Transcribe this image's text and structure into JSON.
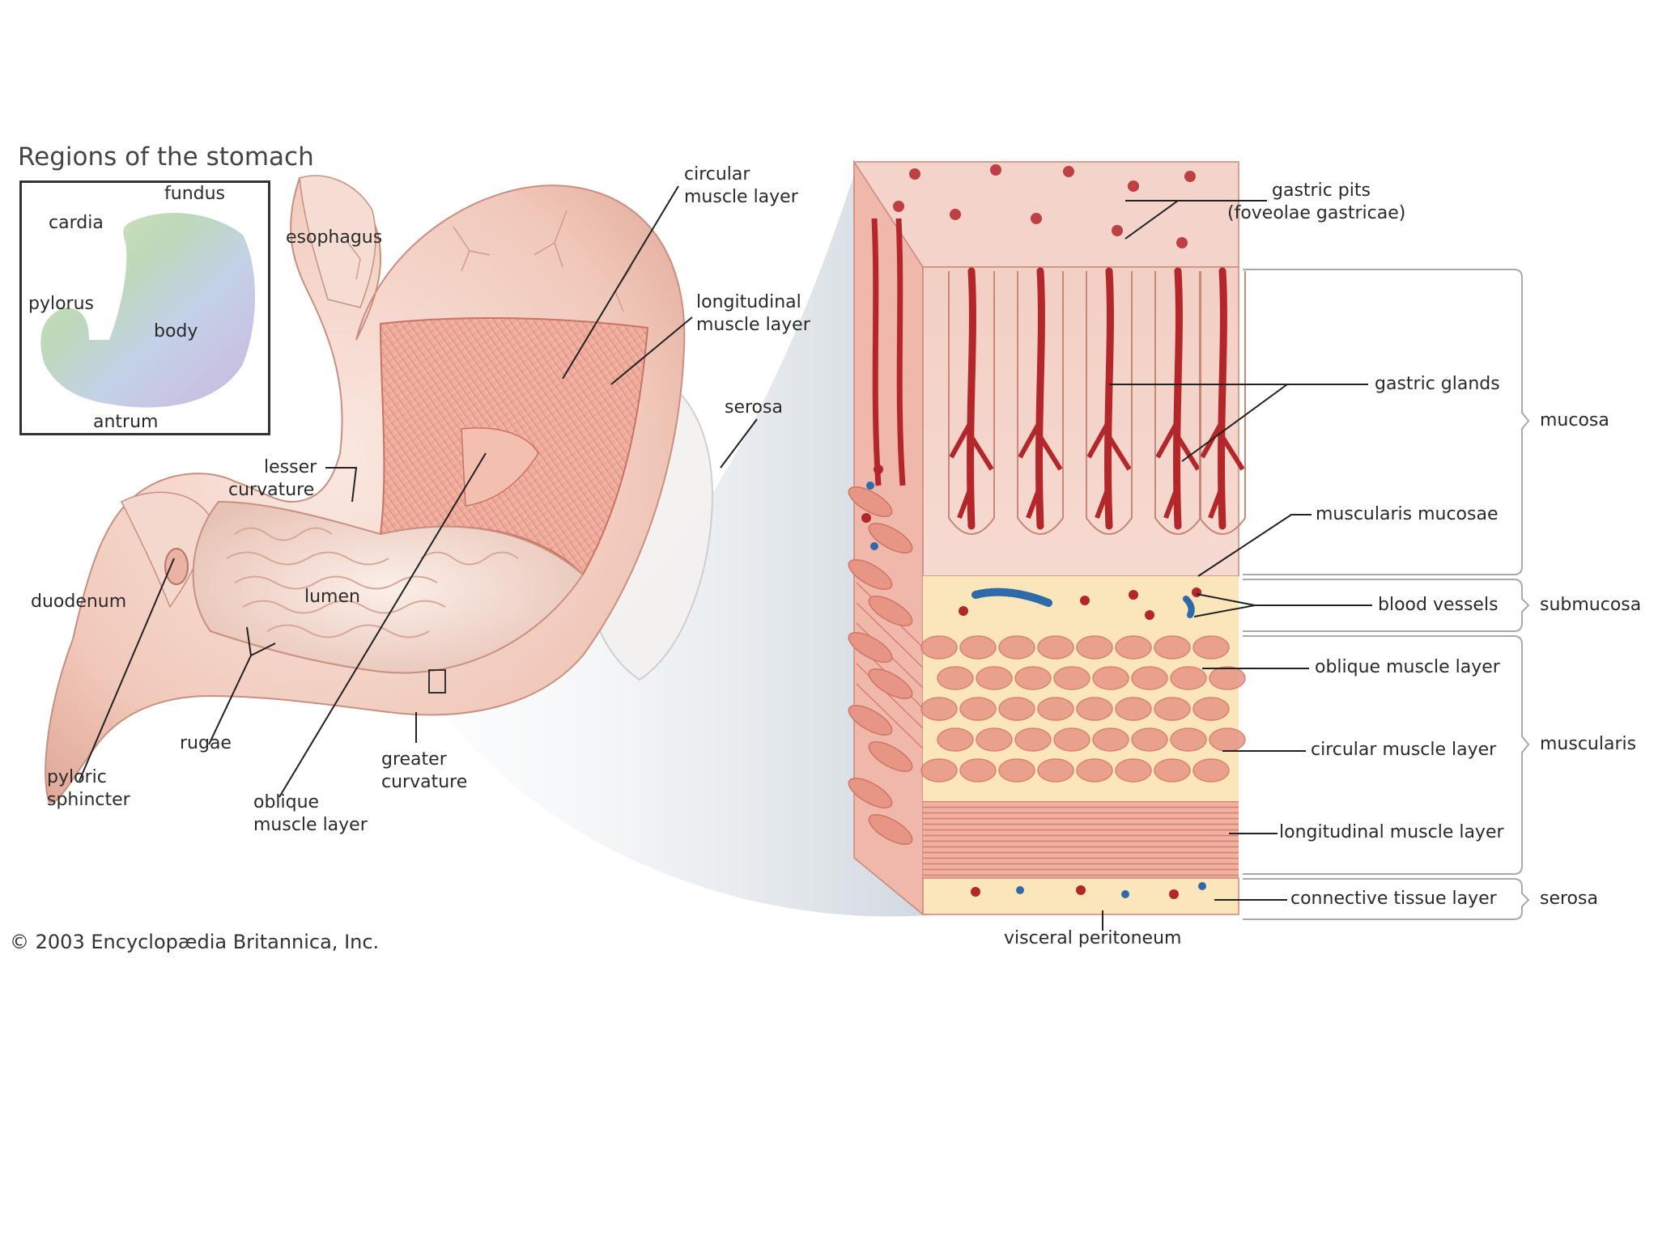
{
  "heading": "Regions of the stomach",
  "copyright": "© 2003 Encyclopædia Britannica, Inc.",
  "inset_labels": {
    "fundus": "fundus",
    "cardia": "cardia",
    "pylorus": "pylorus",
    "body": "body",
    "antrum": "antrum"
  },
  "stomach_labels": {
    "esophagus": "esophagus",
    "circular_muscle": [
      "circular",
      "muscle layer"
    ],
    "longitudinal_muscle": [
      "longitudinal",
      "muscle layer"
    ],
    "serosa": "serosa",
    "lesser_curvature": [
      "lesser",
      "curvature"
    ],
    "duodenum": "duodenum",
    "lumen": "lumen",
    "rugae": "rugae",
    "pyloric_sphincter": [
      "pyloric",
      "sphincter"
    ],
    "oblique_muscle": [
      "oblique",
      "muscle layer"
    ],
    "greater_curvature": [
      "greater",
      "curvature"
    ]
  },
  "section_labels": {
    "gastric_pits": [
      "gastric pits",
      "(foveolae gastricae)"
    ],
    "gastric_glands": "gastric glands",
    "muscularis_mucosae": "muscularis mucosae",
    "blood_vessels": "blood vessels",
    "oblique_muscle": "oblique muscle layer",
    "circular_muscle": "circular muscle layer",
    "longitudinal_muscle": "longitudinal muscle layer",
    "connective_tissue": "connective tissue layer",
    "visceral_peritoneum": "visceral peritoneum"
  },
  "layer_groups": {
    "mucosa": "mucosa",
    "submucosa": "submucosa",
    "muscularis": "muscularis",
    "serosa": "serosa"
  },
  "colors": {
    "tissue_light": "#f6d9cf",
    "tissue_pink": "#f1b4a6",
    "muscle_red": "#e79585",
    "blood_red": "#b3262a",
    "submucosa_yellow": "#fbe8bd",
    "vessel_blue": "#2e6aa8",
    "zoom_gray": "#dde3e8"
  }
}
